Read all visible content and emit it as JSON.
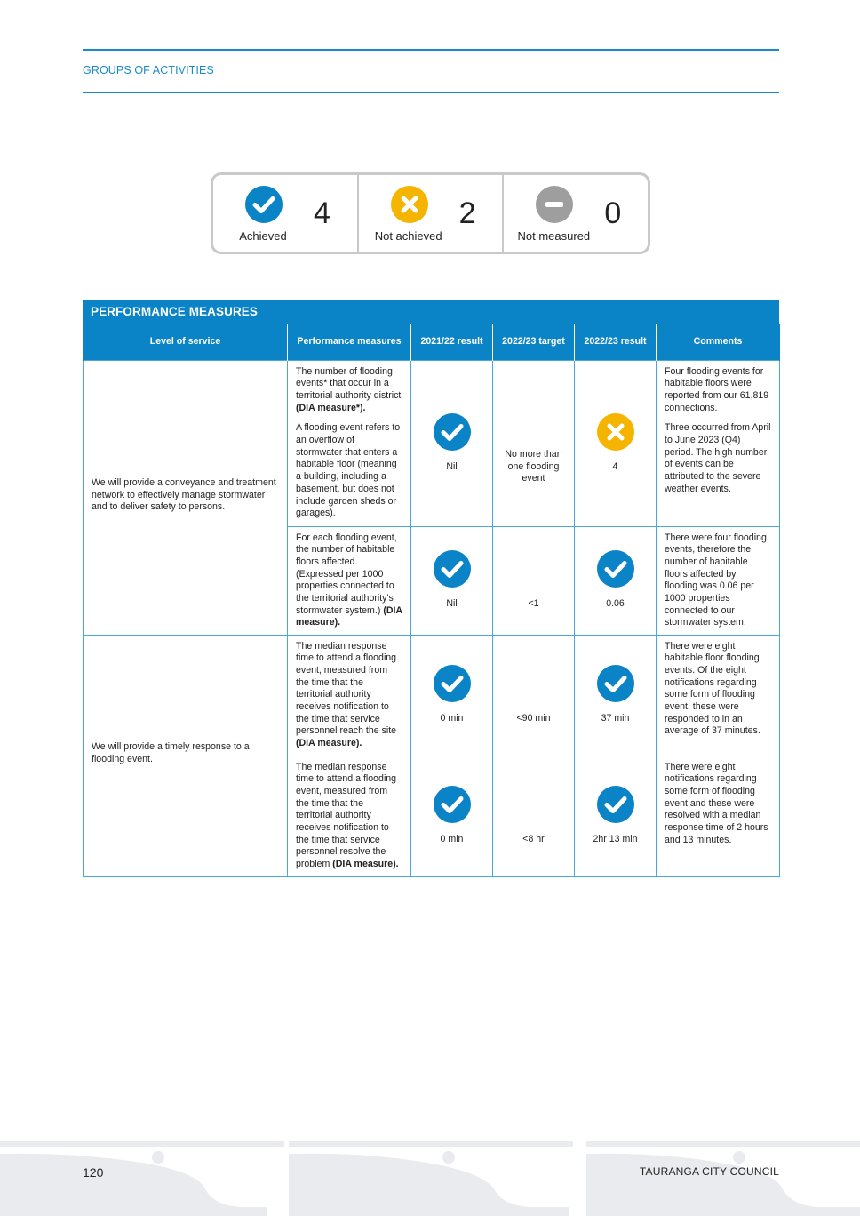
{
  "header": {
    "section_title": "GROUPS OF ACTIVITIES"
  },
  "summary": [
    {
      "label": "Achieved",
      "count": "4",
      "icon": "check-circle-icon",
      "color": "#0a84c6"
    },
    {
      "label": "Not achieved",
      "count": "2",
      "icon": "cross-circle-icon",
      "color": "#f4b400"
    },
    {
      "label": "Not measured",
      "count": "0",
      "icon": "minus-circle-icon",
      "color": "#9e9e9e"
    }
  ],
  "table": {
    "title": "PERFORMANCE MEASURES",
    "columns": [
      "Level of service",
      "Performance measures",
      "2021/22 result",
      "2022/23 target",
      "2022/23 result",
      "Comments"
    ],
    "groups": [
      {
        "level_of_service": "We will provide a conveyance and treatment network to effectively manage stormwater and to deliver safety to persons."
      },
      {
        "level_of_service": "We will provide a timely response to a flooding event."
      }
    ],
    "rows": [
      {
        "measure_p1": "The number of flooding events* that occur in a territorial authority district ",
        "measure_p1_bold": "(DIA measure*).",
        "measure_p2": "A flooding event refers to an overflow of stormwater that enters a habitable floor (meaning a building, including a basement, but does not include garden sheds or garages).",
        "result_2122": "Nil",
        "result_2122_status": "achieved",
        "target_2223": "No more than one flooding event",
        "result_2223": "4",
        "result_2223_status": "not-achieved",
        "comment_p1": "Four flooding events for habitable floors were reported from our 61,819 connections.",
        "comment_p2": "Three occurred from April to June 2023 (Q4) period. The high number of events can be attributed to the severe weather events."
      },
      {
        "measure_text": "For each flooding event, the number of habitable floors affected. (Expressed per 1000 properties connected to the territorial authority's stormwater system.) ",
        "measure_bold": "(DIA measure).",
        "result_2122": "Nil",
        "result_2122_status": "achieved",
        "target_2223": "<1",
        "result_2223": "0.06",
        "result_2223_status": "achieved",
        "comment": "There were four flooding events, therefore the number of habitable floors affected by flooding was 0.06 per 1000 properties connected to our stormwater system."
      },
      {
        "measure_text": "The median response time to attend a flooding event, measured from the time that the territorial authority receives notification to the time that service personnel reach the site ",
        "measure_bold": "(DIA measure).",
        "result_2122": "0 min",
        "result_2122_status": "achieved",
        "target_2223": "<90 min",
        "result_2223": "37 min",
        "result_2223_status": "achieved",
        "comment": "There were eight habitable floor flooding events. Of the eight notifications regarding some form of flooding event, these were responded to in an average of 37 minutes."
      },
      {
        "measure_text": "The median response time to attend a flooding event, measured from the time that the territorial authority receives notification to the time that service personnel resolve the problem ",
        "measure_bold": "(DIA measure).",
        "result_2122": "0 min",
        "result_2122_status": "achieved",
        "target_2223": "<8 hr",
        "result_2223": "2hr 13 min",
        "result_2223_status": "achieved",
        "comment": "There were eight notifications regarding some form of flooding event and these were resolved with a median response time of 2 hours and 13 minutes."
      }
    ]
  },
  "footer": {
    "page_number": "120",
    "organisation": "TAURANGA CITY COUNCIL"
  }
}
